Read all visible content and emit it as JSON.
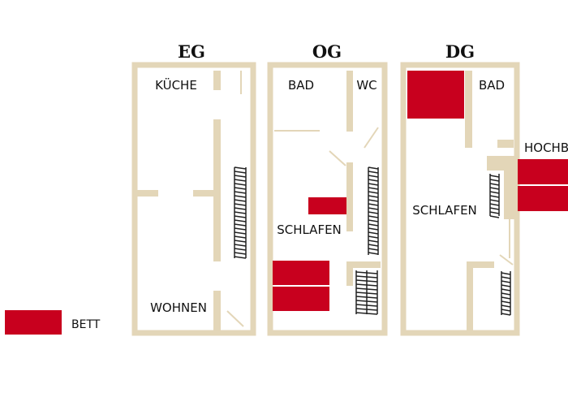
{
  "floors": {
    "eg": {
      "title": "EG",
      "labels": {
        "kueche": "KÜCHE",
        "wohnen": "WOHNEN"
      }
    },
    "og": {
      "title": "OG",
      "labels": {
        "bad": "BAD",
        "wc": "WC",
        "schlafen": "SCHLAFEN"
      }
    },
    "dg": {
      "title": "DG",
      "labels": {
        "bad": "BAD",
        "schlafen": "SCHLAFEN",
        "hochbett": "HOCHB"
      }
    }
  },
  "legend": {
    "label": "BETT"
  },
  "colors": {
    "wall": "#e3d6b8",
    "bed": "#c8001e",
    "stair": "#222222",
    "background": "#ffffff"
  }
}
